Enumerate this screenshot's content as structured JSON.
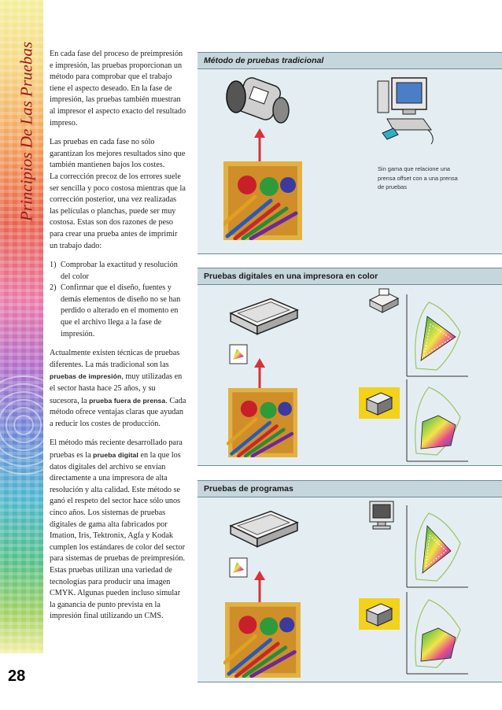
{
  "sidebar": {
    "title": "Principios De Las Pruebas",
    "page_number": "28"
  },
  "body": {
    "p1": "En cada fase del proceso de preimpresión e impresión, las pruebas proporcionan un método para comprobar que el trabajo tiene el aspecto deseado. En la fase de impresión, las pruebas también muestran al impresor el aspecto exacto del resultado impreso.",
    "p2a": "Las pruebas en cada fase no sólo garantizan los mejores resultados sino que también mantienen bajos los costes.",
    "p2b": "La corrección precoz de los errores suele ser sencilla y poco costosa mientras que la corrección posterior, una vez realizadas las películas o planchas, puede ser muy costosa. Estas son dos razones de peso para crear una prueba antes de imprimir un trabajo dado:",
    "list": [
      {
        "num": "1)",
        "text": "Comprobar la exactitud y resolución del color"
      },
      {
        "num": "2)",
        "text": "Confirmar que el diseño, fuentes y demás elementos de diseño no se han perdido o alterado en el momento en que el archivo llega a la fase de impresión."
      }
    ],
    "p3_a": "Actualmente existen técnicas de pruebas diferentes. La más tradicional son las ",
    "p3_b1": "pruebas de impresión",
    "p3_c": ", muy utilizadas en el sector hasta hace 25 años, y su sucesora, la ",
    "p3_b2": "prueba fuera de prensa",
    "p3_d": ". Cada método ofrece ventajas claras que ayudan a reducir los costes de producción.",
    "p4_a": "El método más reciente desarrollado para pruebas es la ",
    "p4_b": "prueba digital",
    "p4_c": " en la que los datos digitales del archivo se envían directamente a una impresora de alta resolución y alta calidad. Este método se ganó el respeto del sector hace sólo unos cinco años. Los sistemas de pruebas digitales de gama alta fabricados por Imation, Iris, Tektronix, Agfa y Kodak cumplen los estándares de color del sector para sistemas de pruebas de preimpresión. Estas pruebas utilizan una variedad de tecnologías para producir una imagen CMYK. Algunas pueden incluso simular la ganancia de punto prevista en la impresión final utilizando un CMS."
  },
  "panels": {
    "traditional": {
      "title": "Método de pruebas tradicional",
      "note": "Sin gama que relacione una prensa offset con a una prensa de pruebas"
    },
    "digital": {
      "title": "Pruebas digitales en una impresora en color"
    },
    "software": {
      "title": "Pruebas de programas"
    }
  },
  "colors": {
    "title_red": "#9a1a1a",
    "panel_bg": "#e4eef2",
    "header_bg": "#c6d6dd",
    "arrow_red": "#d8323a",
    "yellow_box": "#f2d21a"
  }
}
